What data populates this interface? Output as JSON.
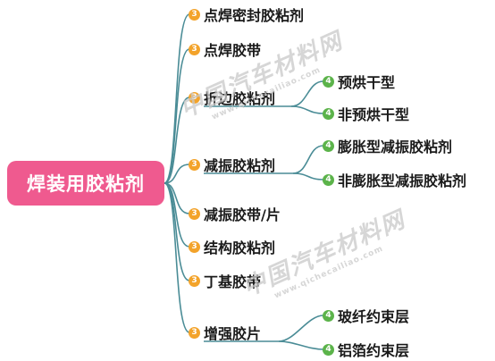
{
  "root": {
    "label": "焊装用胶粘剂"
  },
  "colors": {
    "root_fill": "#ef5a8f",
    "connector": "#4a8c96",
    "badge_level3": "#f3a32a",
    "badge_level4": "#5bb34a"
  },
  "nodes": [
    {
      "label": "点焊密封胶粘剂",
      "level": "3",
      "children": []
    },
    {
      "label": "点焊胶带",
      "level": "3",
      "children": []
    },
    {
      "label": "折边胶粘剂",
      "level": "3",
      "children": [
        {
          "label": "预烘干型",
          "level": "4"
        },
        {
          "label": "非预烘干型",
          "level": "4"
        }
      ]
    },
    {
      "label": "减振胶粘剂",
      "level": "3",
      "children": [
        {
          "label": "膨胀型减振胶粘剂",
          "level": "4"
        },
        {
          "label": "非膨胀型减振胶粘剂",
          "level": "4"
        }
      ]
    },
    {
      "label": "减振胶带/片",
      "level": "3",
      "children": []
    },
    {
      "label": "结构胶粘剂",
      "level": "3",
      "children": []
    },
    {
      "label": "丁基胶带",
      "level": "3",
      "children": []
    },
    {
      "label": "增强胶片",
      "level": "3",
      "children": [
        {
          "label": "玻纤约束层",
          "level": "4"
        },
        {
          "label": "铝箔约束层",
          "level": "4"
        }
      ]
    }
  ],
  "watermark": {
    "main": "中国汽车材料网",
    "url": "www.qichecailiao.com"
  }
}
